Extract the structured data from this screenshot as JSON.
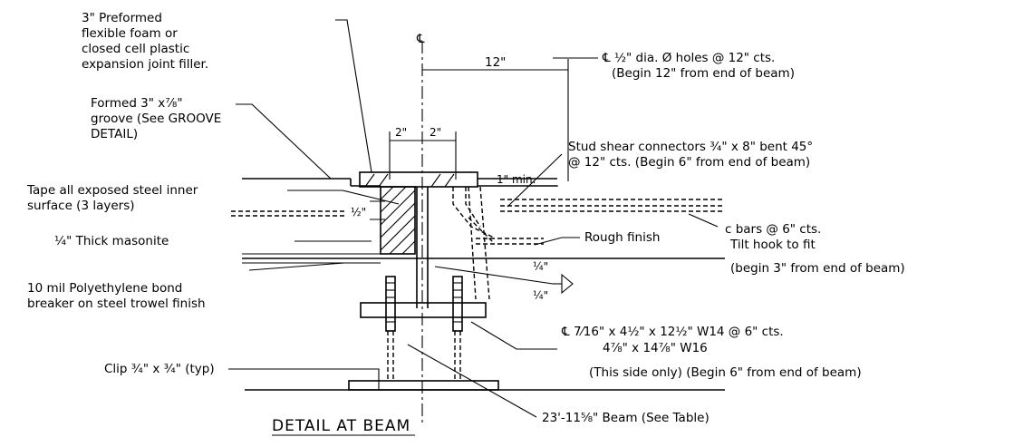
{
  "title": "DETAIL AT BEAM",
  "centerline_symbol": "℄",
  "dimensions": {
    "top_span": "12\"",
    "left_half": "2\"",
    "right_half": "2\"",
    "one_min": "1\" min.",
    "half_inch": "½\"",
    "weld_top": "¼\"",
    "weld_bottom": "¼\""
  },
  "notes": {
    "preformed_1": "3\" Preformed",
    "preformed_2": "flexible foam or",
    "preformed_3": "closed cell plastic",
    "preformed_4": "expansion joint filler.",
    "groove_1": "Formed 3\" x⅞\"",
    "groove_2": "groove (See GROOVE",
    "groove_3": "DETAIL)",
    "tape_1": "Tape all exposed steel inner",
    "tape_2": "surface (3 layers)",
    "masonite": "¼\" Thick masonite",
    "poly_1": "10 mil Polyethylene bond",
    "poly_2": "breaker on steel trowel finish",
    "clip": "Clip ¾\" x ¾\" (typ)",
    "holes_1": "℄ ½\" dia. Ø holes @ 12\" cts.",
    "holes_2": "(Begin 12\" from end of beam)",
    "stud_1": "Stud shear connectors ¾\" x 8\" bent 45°",
    "stud_2": "@ 12\" cts. (Begin 6\" from end of beam)",
    "cbars_1": "c bars @ 6\" cts.",
    "cbars_2": "Tilt hook to fit",
    "cbars_3": "(begin 3\" from end of beam)",
    "rough": "Rough finish",
    "plate_1": "℄ 7⁄16\" x 4½\" x 12½\" W14  @ 6\" cts.",
    "plate_2": "4⅞\" x 14⅞\" W16",
    "side_only": "(This side only) (Begin 6\" from end of beam)",
    "beam": "23'-11⅝\" Beam (See Table)"
  }
}
